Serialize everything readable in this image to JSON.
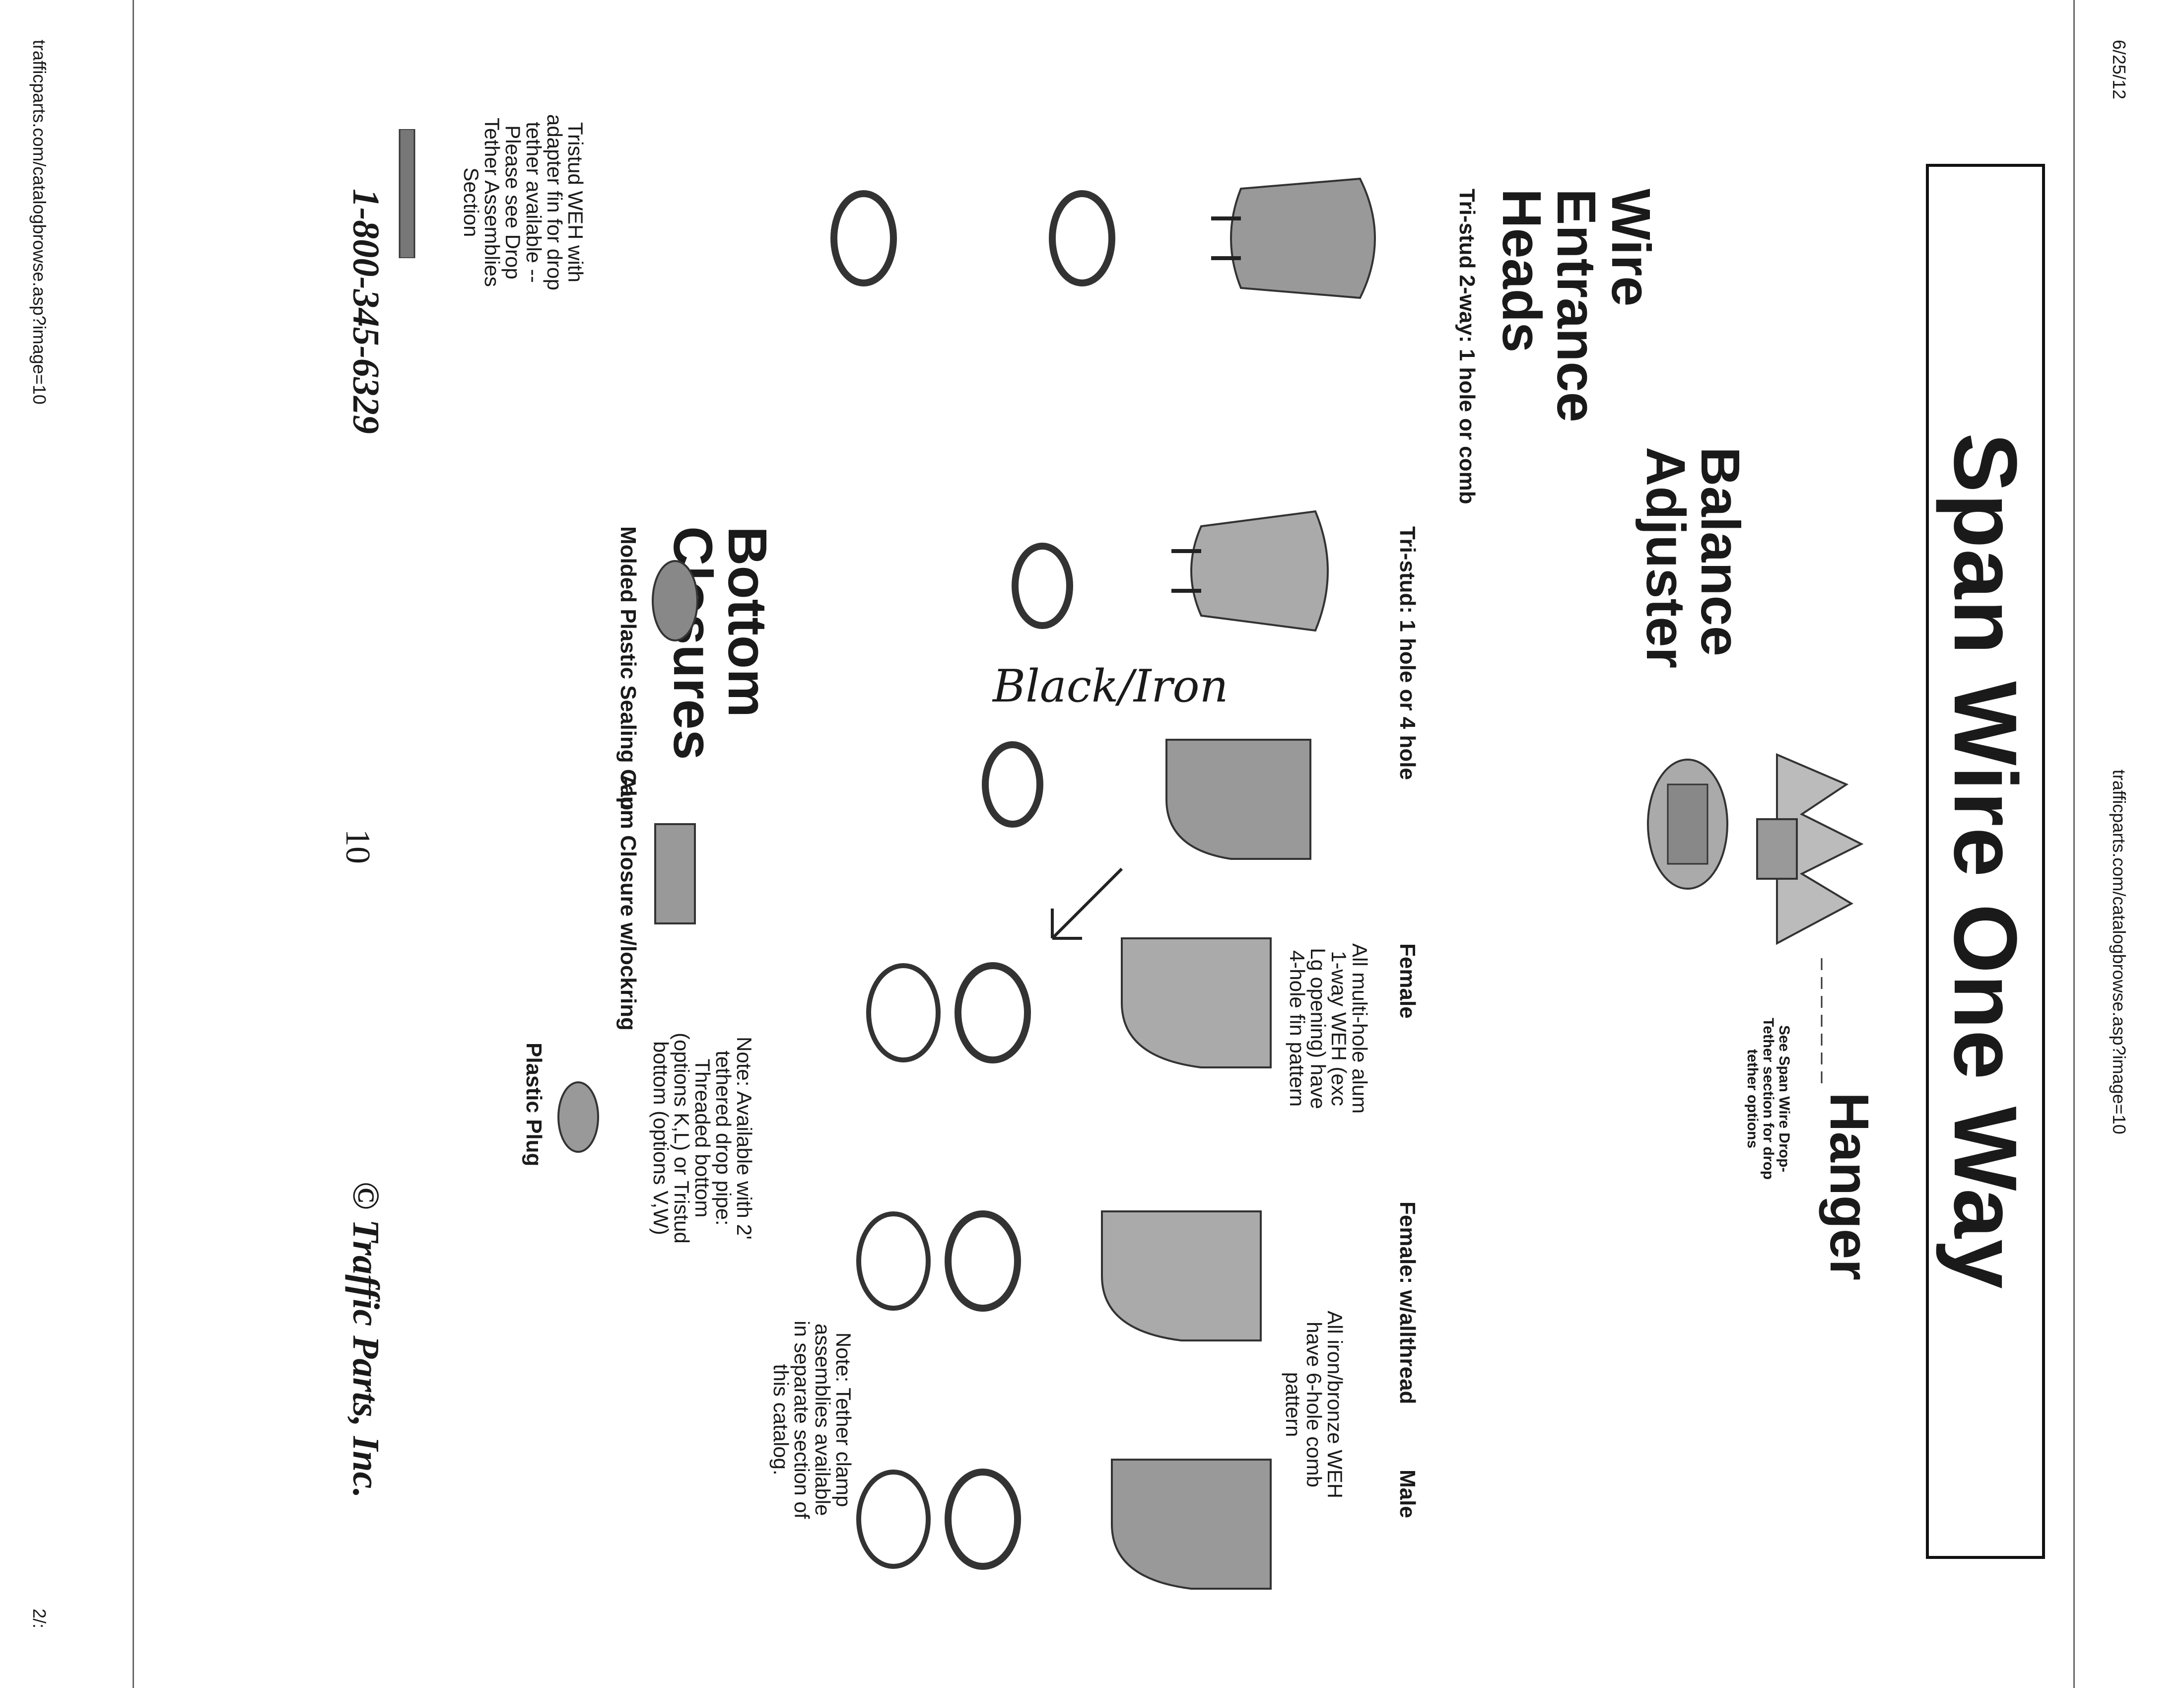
{
  "print_header": {
    "date": "6/25/12",
    "url": "trafficparts.com/catalogbrowse.asp?image=10"
  },
  "print_footer": {
    "url": "trafficparts.com/catalogbrowse.asp?image=10",
    "page": "2/:"
  },
  "page_title": "Span Wire One Way",
  "sections": {
    "hanger": "Hanger",
    "balance_adjuster": [
      "Balance",
      "Adjuster"
    ],
    "wire_entrance_heads": [
      "Wire",
      "Entrance",
      "Heads"
    ],
    "bottom_closures": [
      "Bottom",
      "Closures"
    ]
  },
  "labels": {
    "tristud_2way": "Tri-stud 2-way: 1 hole or comb",
    "tristud": "Tri-stud: 1 hole or 4 hole",
    "female": "Female",
    "female_allthread": "Female: w/allthread",
    "male": "Male",
    "molded_cap": "Molded Plastic Sealing Cap",
    "alum_closure": "Alum Closure w/lockring",
    "plastic_plug": "Plastic Plug"
  },
  "notes": {
    "span_wire_drop": "See Span Wire Drop-\nTether section for drop\ntether options",
    "multi_hole": "All multi-hole alum\n1-way WEH (exc\nLg opening) have\n4-hole fin pattern",
    "iron_bronze": "All iron/bronze WEH\nhave 6-hole comb\npattern",
    "tethered": "Note: Available with 2'\ntethered drop pipe:\nThreaded bottom\n(options K,L) or Tristud\nbottom (options V,W)",
    "tether_clamp": "Note: Tether clamp\nassemblies available\nin separate section of\nthis catalog.",
    "tristud_weh": "Tristud WEH with\nadapter fin for drop\ntether available --\nPlease see Drop\nTether Assemblies\nSection"
  },
  "handwriting": "Black/Iron",
  "footer": {
    "phone": "1-800-345-6329",
    "page_number": "10",
    "copyright": "© Traffic Parts, Inc."
  }
}
